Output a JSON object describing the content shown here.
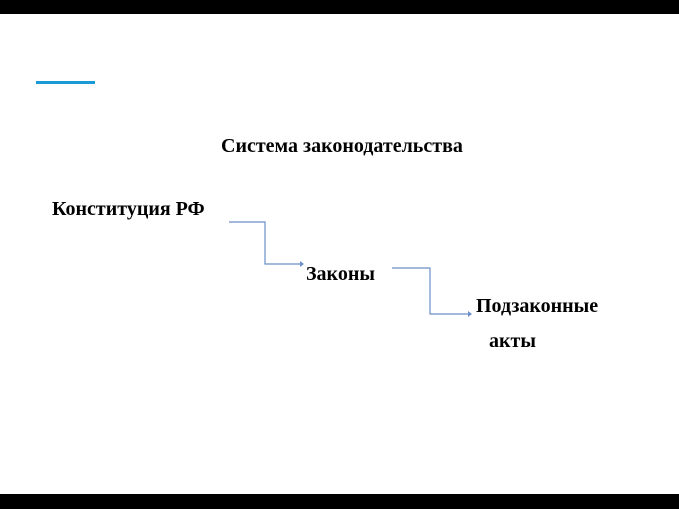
{
  "diagram": {
    "title": "Система законодательства",
    "nodes": {
      "constitution": "Конституция РФ",
      "laws": "Законы",
      "bylaws_line1": "Подзаконные",
      "bylaws_line2": "акты"
    },
    "edges": [
      {
        "from": "Конституция РФ",
        "to": "Законы"
      },
      {
        "from": "Законы",
        "to": "Подзаконные акты"
      }
    ]
  },
  "colors": {
    "accent": "#1a9ad6",
    "connector": "#6c8fc7",
    "frame": "#000000",
    "background": "#ffffff",
    "text": "#000000"
  }
}
